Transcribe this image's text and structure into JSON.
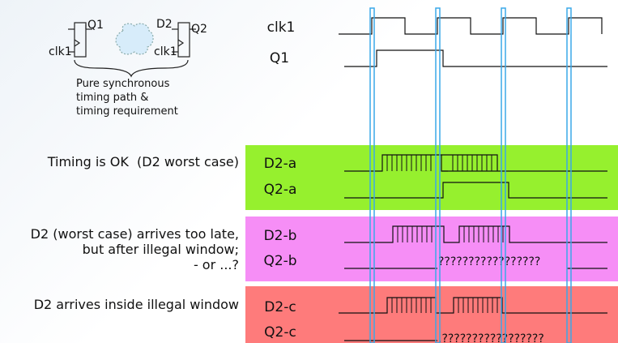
{
  "schematic": {
    "q1_label": "Q1",
    "d2_label": "D2",
    "q2_label": "Q2",
    "clk_left_label": "clk1",
    "clk_right_label": "clk1",
    "caption": "Pure synchronous\ntiming path &\ntiming requirement"
  },
  "signals": {
    "clk1": "clk1",
    "q1": "Q1",
    "d2a": "D2-a",
    "q2a": "Q2-a",
    "d2b": "D2-b",
    "q2b": "Q2-b",
    "d2c": "D2-c",
    "q2c": "Q2-c"
  },
  "descriptions": {
    "a": "Timing is OK  (D2 worst case)",
    "b": "D2 (worst case) arrives too late,\nbut after illegal window;\n- or ...?",
    "c": "D2 arrives inside illegal window"
  },
  "unknowns": {
    "q2b": "?????????????????",
    "q2c": ".?????????????????"
  },
  "colors": {
    "band_a": "#96f02e",
    "band_b": "#f68ef6",
    "band_c": "#fe7b7b",
    "clock_edge_marker": "#3aa8e8"
  }
}
